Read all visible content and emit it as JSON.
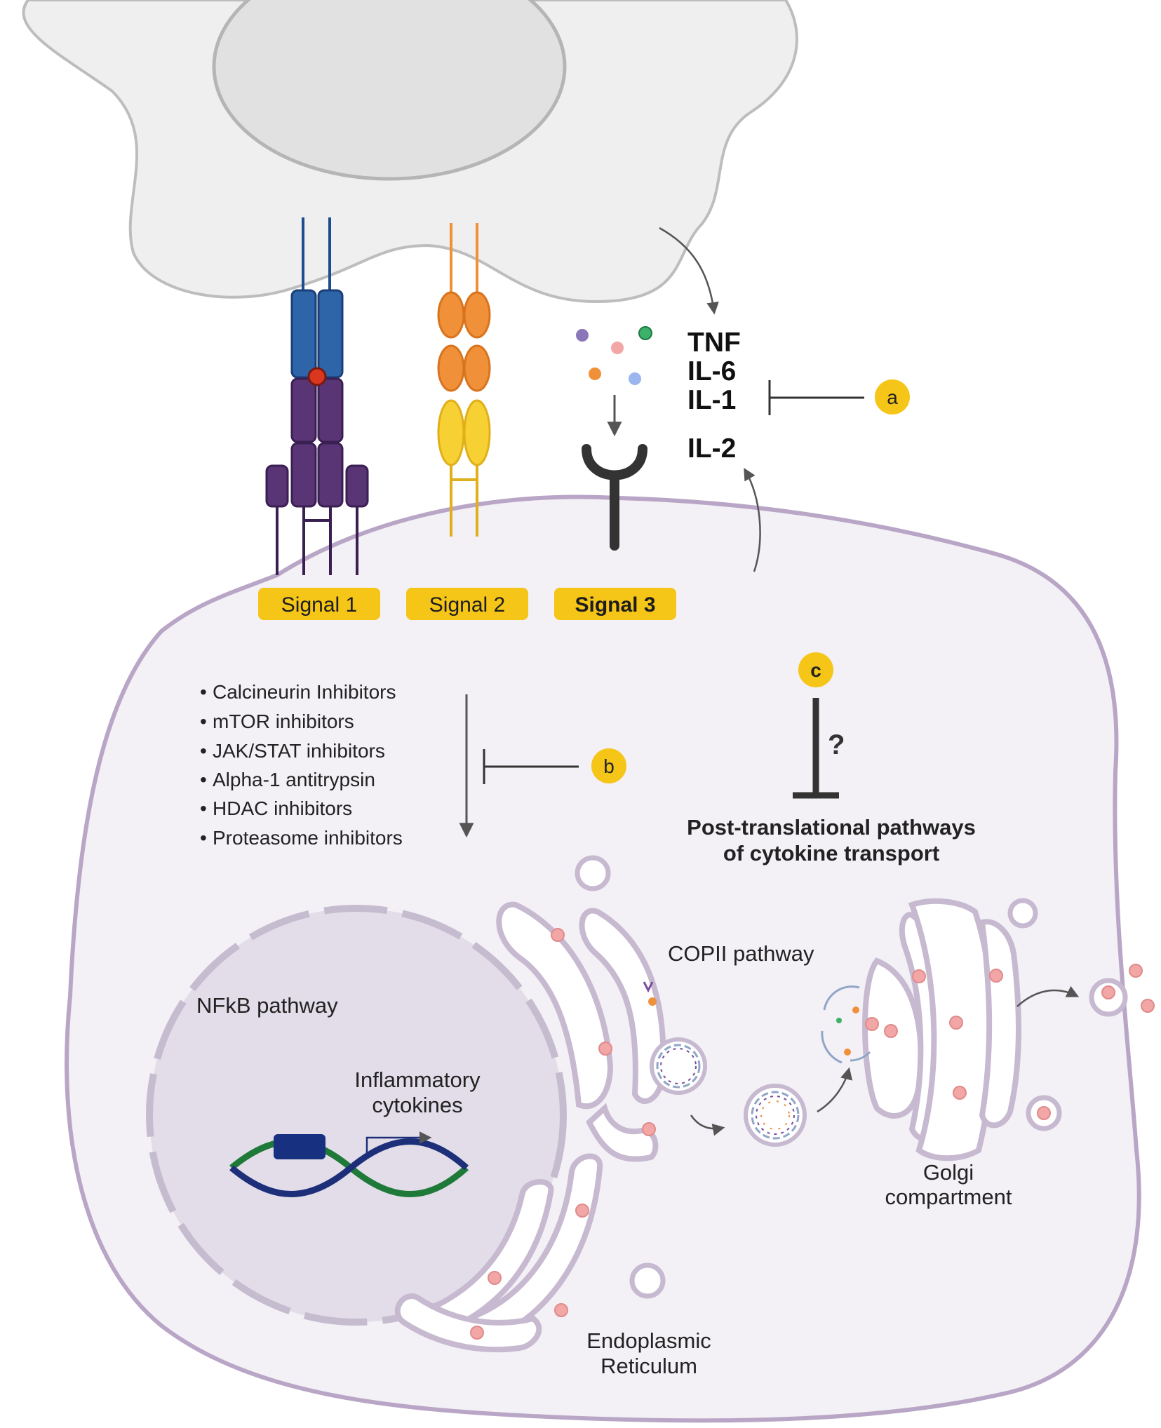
{
  "cytokines_external": [
    "TNF",
    "IL-6",
    "IL-1"
  ],
  "cytokine_il2": "IL-2",
  "signals": [
    "Signal 1",
    "Signal 2",
    "Signal 3"
  ],
  "badges": {
    "a": "a",
    "b": "b",
    "c": "c"
  },
  "inhibitors": [
    "Calcineurin Inhibitors",
    "mTOR inhibitors",
    "JAK/STAT inhibitors",
    "Alpha-1 antitrypsin",
    "HDAC inhibitors",
    "Proteasome inhibitors"
  ],
  "question_mark": "?",
  "post_translational": [
    "Post-translational pathways",
    "of cytokine transport"
  ],
  "nfkb_pathway": "NFkB pathway",
  "inflammatory_cytokines": [
    "Inflammatory",
    "cytokines"
  ],
  "copii_pathway": "COPII pathway",
  "golgi": [
    "Golgi",
    "compartment"
  ],
  "er": [
    "Endoplasmic",
    "Reticulum"
  ],
  "colors": {
    "signal_badge": "#f5c518",
    "signal1_blue": "#2e64a8",
    "signal1_purple": "#5a3575",
    "signal2_orange": "#f0913a",
    "signal2_yellow": "#f7d033",
    "cell_membrane": "#b9a6c6",
    "cell_fill": "#f3f0f6",
    "nucleus_fill": "#e2dde8",
    "apc_fill": "#efefef",
    "vesicle_dot": "#f2a6a6"
  }
}
